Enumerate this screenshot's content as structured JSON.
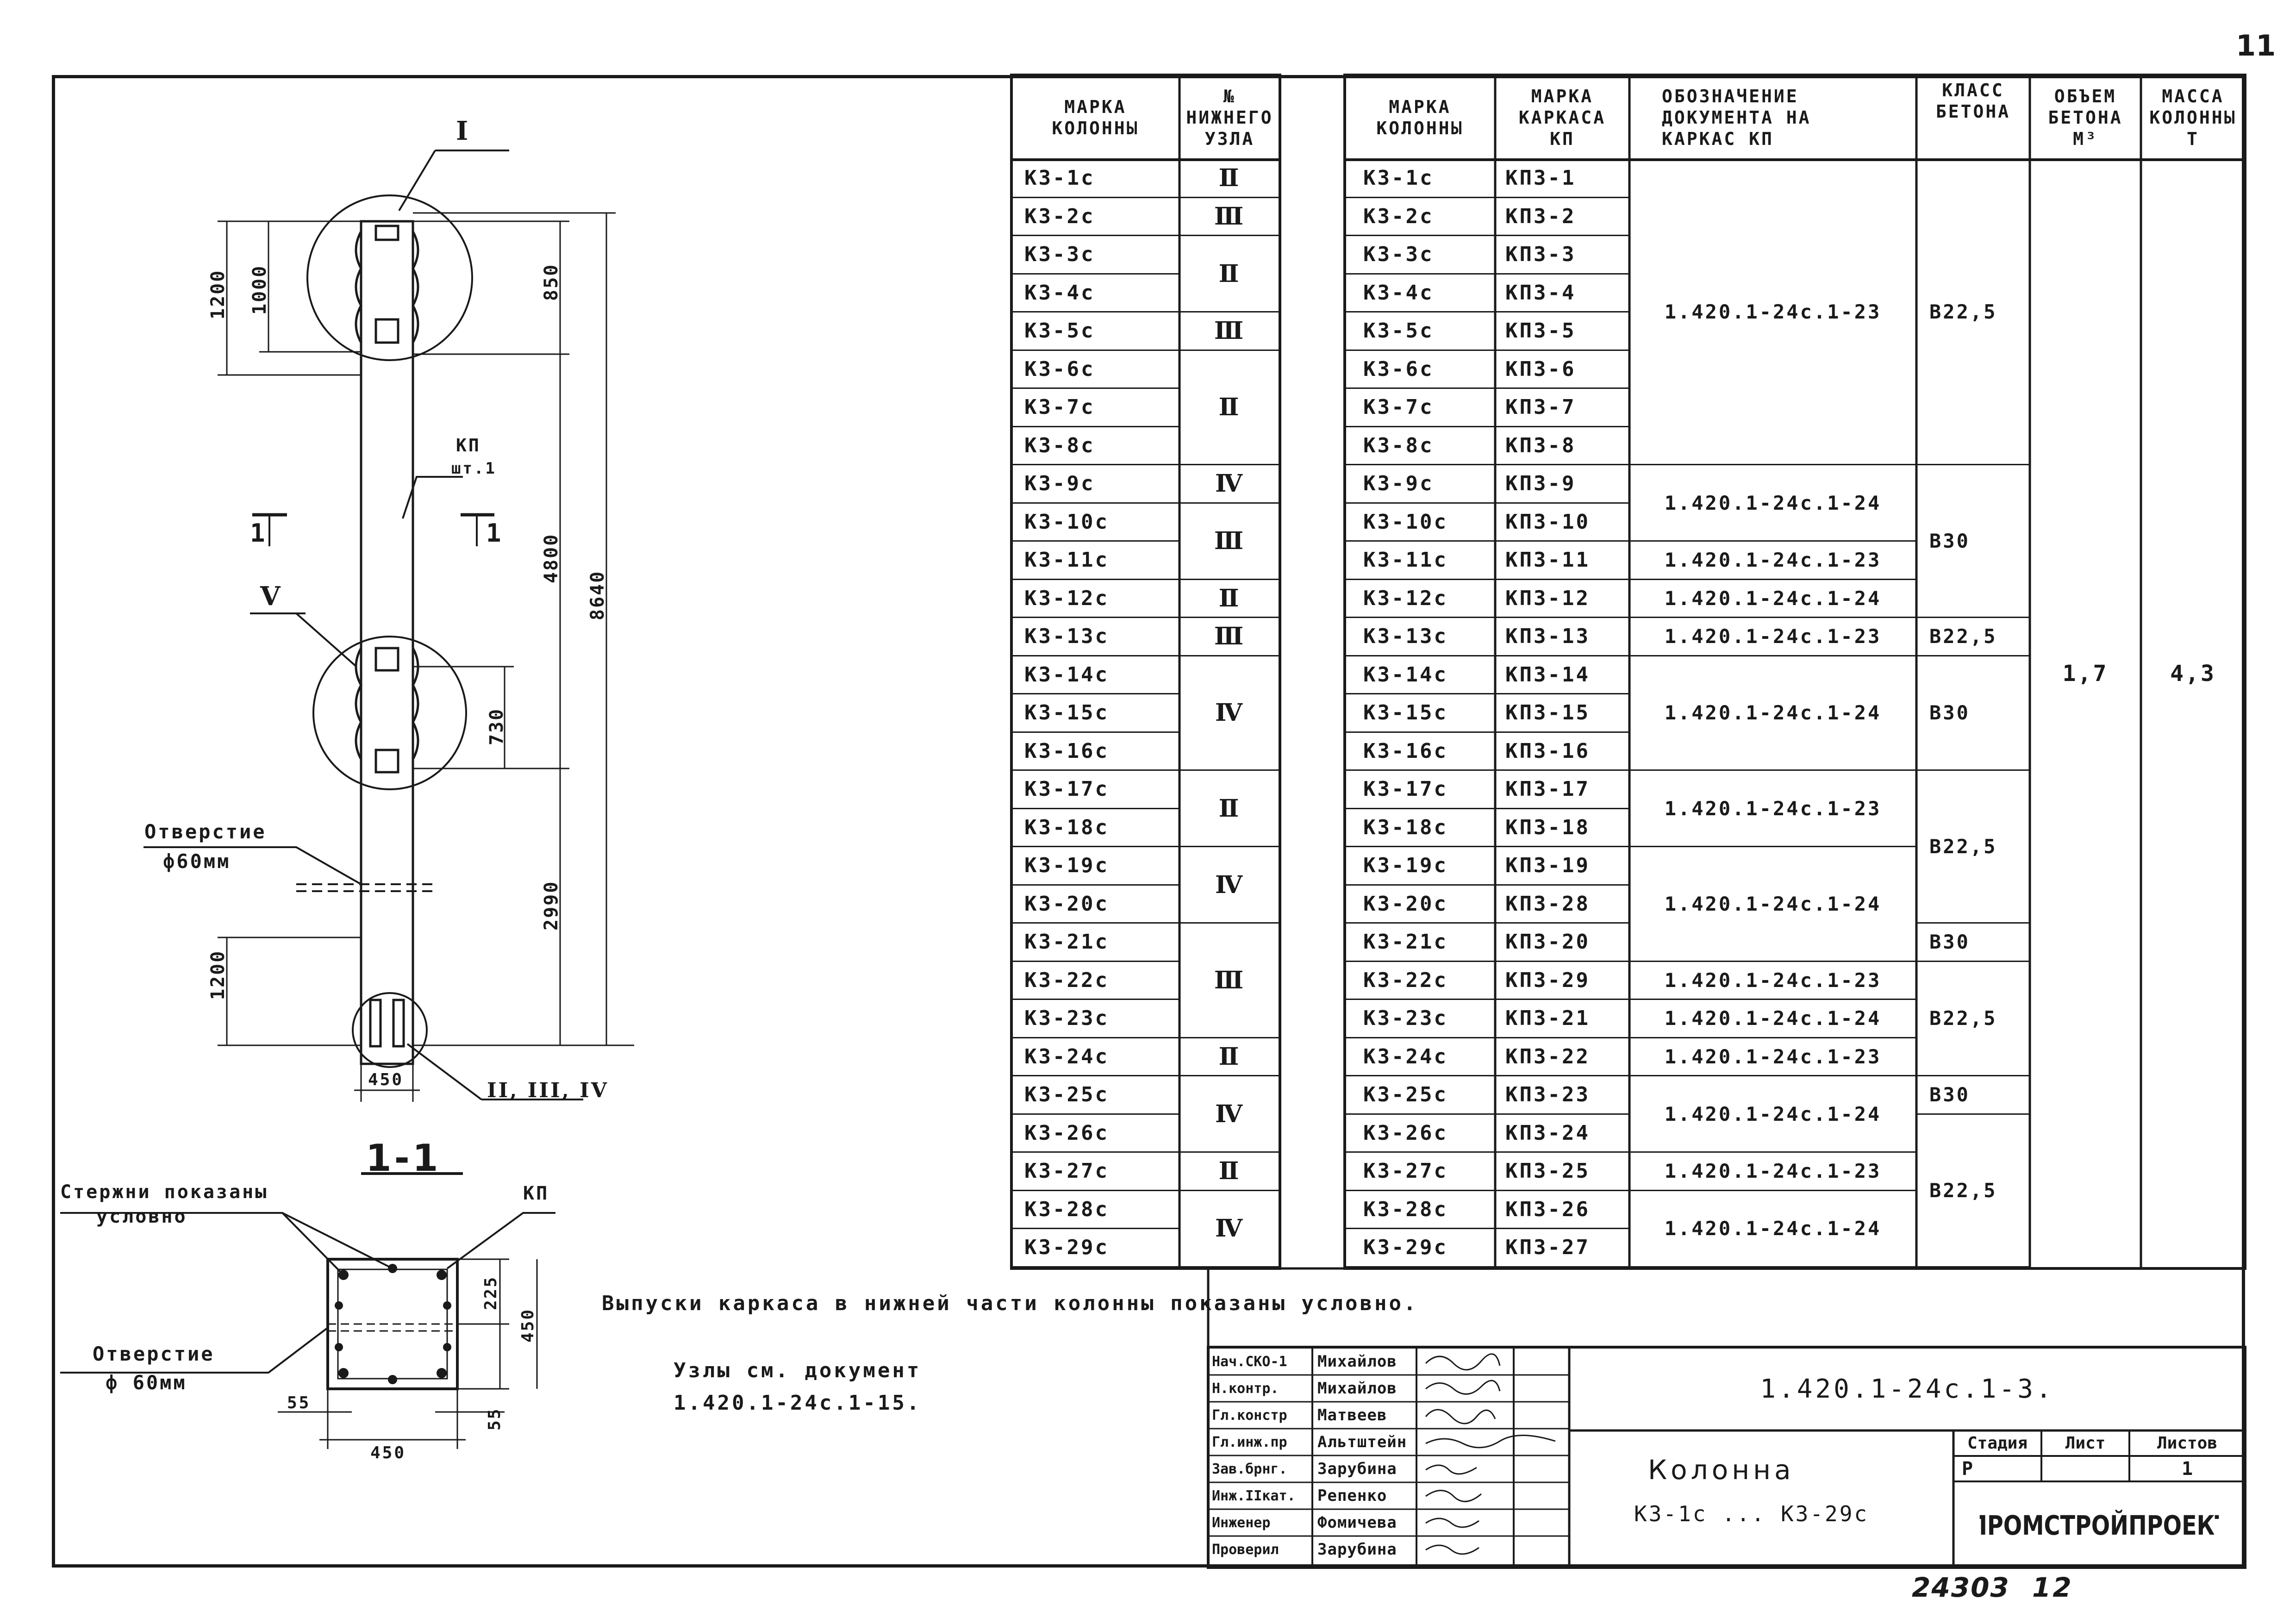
{
  "sheet_number": "11",
  "drawing": {
    "marker_top": "I",
    "marker_mid": "V",
    "marker_bottom": "II, III, IV",
    "section_left": "1",
    "section_right": "1",
    "kp_label": "КП",
    "kp_count": "шт.1",
    "dims": {
      "d1200_top": "1200",
      "d1000": "1000",
      "d850": "850",
      "d4800": "4800",
      "d8640": "8640",
      "d730": "730",
      "d2990": "2990",
      "d1200_bottom": "1200",
      "d450_bottom": "450"
    },
    "hole_label_1": "Отверстие",
    "hole_label_2": "ф60мм"
  },
  "section": {
    "title": "1-1",
    "rods_label_1": "Стержни показаны",
    "rods_label_2": "условно",
    "kp_label": "КП",
    "hole_label_1": "Отверстие",
    "hole_label_2": "ф 60мм",
    "dim_225": "225",
    "dim_450_v": "450",
    "dim_55_left": "55",
    "dim_55_right": "55",
    "dim_450_h": "450"
  },
  "notes": {
    "note1": "Выпуски каркаса в нижней части колонны показаны условно.",
    "note2_line1": "Узлы см. документ",
    "note2_line2": "1.420.1-24с.1-15."
  },
  "table_left": {
    "headers": {
      "mark": [
        "МАРКА",
        "КОЛОННЫ"
      ],
      "node": [
        "№",
        "НИЖНЕГО",
        "УЗЛА"
      ]
    },
    "marks": [
      "КЗ-1с",
      "КЗ-2с",
      "КЗ-3с",
      "КЗ-4с",
      "КЗ-5с",
      "КЗ-6с",
      "КЗ-7с",
      "КЗ-8с",
      "КЗ-9с",
      "КЗ-10с",
      "КЗ-11с",
      "КЗ-12с",
      "КЗ-13с",
      "КЗ-14с",
      "КЗ-15с",
      "КЗ-16с",
      "КЗ-17с",
      "КЗ-18с",
      "КЗ-19с",
      "КЗ-20с",
      "КЗ-21с",
      "КЗ-22с",
      "КЗ-23с",
      "КЗ-24с",
      "КЗ-25с",
      "КЗ-26с",
      "КЗ-27с",
      "КЗ-28с",
      "КЗ-29с"
    ],
    "nodes": [
      {
        "value": "II",
        "start": 0,
        "span": 1
      },
      {
        "value": "III",
        "start": 1,
        "span": 1
      },
      {
        "value": "II",
        "start": 2,
        "span": 2
      },
      {
        "value": "III",
        "start": 4,
        "span": 1
      },
      {
        "value": "II",
        "start": 5,
        "span": 3
      },
      {
        "value": "IV",
        "start": 8,
        "span": 1
      },
      {
        "value": "III",
        "start": 9,
        "span": 2
      },
      {
        "value": "II",
        "start": 11,
        "span": 1
      },
      {
        "value": "III",
        "start": 12,
        "span": 1
      },
      {
        "value": "IV",
        "start": 13,
        "span": 3
      },
      {
        "value": "II",
        "start": 16,
        "span": 2
      },
      {
        "value": "IV",
        "start": 18,
        "span": 2
      },
      {
        "value": "III",
        "start": 20,
        "span": 3
      },
      {
        "value": "II",
        "start": 23,
        "span": 1
      },
      {
        "value": "IV",
        "start": 24,
        "span": 2
      },
      {
        "value": "II",
        "start": 26,
        "span": 1
      },
      {
        "value": "IV",
        "start": 27,
        "span": 2
      }
    ]
  },
  "table_right": {
    "headers": {
      "mark": [
        "МАРКА",
        "КОЛОННЫ"
      ],
      "frame": [
        "МАРКА",
        "КАРКАСА",
        "КП"
      ],
      "doc": [
        "ОБОЗНАЧЕНИЕ",
        "ДОКУМЕНТА НА",
        "КАРКАС КП"
      ],
      "concrete": [
        "КЛАСС",
        "БЕТОНА"
      ],
      "volume": [
        "ОБЪЕМ",
        "БЕТОНА",
        "М³"
      ],
      "mass": [
        "МАССА",
        "КОЛОННЫ",
        "Т"
      ]
    },
    "marks": [
      "КЗ-1с",
      "КЗ-2с",
      "КЗ-3с",
      "КЗ-4с",
      "КЗ-5с",
      "КЗ-6с",
      "КЗ-7с",
      "КЗ-8с",
      "КЗ-9с",
      "КЗ-10с",
      "КЗ-11с",
      "КЗ-12с",
      "КЗ-13с",
      "КЗ-14с",
      "КЗ-15с",
      "КЗ-16с",
      "КЗ-17с",
      "КЗ-18с",
      "КЗ-19с",
      "КЗ-20с",
      "КЗ-21с",
      "КЗ-22с",
      "КЗ-23с",
      "КЗ-24с",
      "КЗ-25с",
      "КЗ-26с",
      "КЗ-27с",
      "КЗ-28с",
      "КЗ-29с"
    ],
    "frames": [
      "КП3-1",
      "КП3-2",
      "КП3-3",
      "КП3-4",
      "КП3-5",
      "КП3-6",
      "КП3-7",
      "КП3-8",
      "КП3-9",
      "КП3-10",
      "КП3-11",
      "КП3-12",
      "КП3-13",
      "КП3-14",
      "КП3-15",
      "КП3-16",
      "КП3-17",
      "КП3-18",
      "КП3-19",
      "КП3-28",
      "КП3-20",
      "КП3-29",
      "КП3-21",
      "КП3-22",
      "КП3-23",
      "КП3-24",
      "КП3-25",
      "КП3-26",
      "КП3-27"
    ],
    "docs": [
      {
        "value": "1.420.1-24с.1-23",
        "start": 0,
        "span": 8
      },
      {
        "value": "1.420.1-24с.1-24",
        "start": 8,
        "span": 2
      },
      {
        "value": "1.420.1-24с.1-23",
        "start": 10,
        "span": 1
      },
      {
        "value": "1.420.1-24с.1-24",
        "start": 11,
        "span": 1
      },
      {
        "value": "1.420.1-24с.1-23",
        "start": 12,
        "span": 1
      },
      {
        "value": "1.420.1-24с.1-24",
        "start": 13,
        "span": 3
      },
      {
        "value": "1.420.1-24с.1-23",
        "start": 16,
        "span": 2
      },
      {
        "value": "1.420.1-24с.1-24",
        "start": 18,
        "span": 3
      },
      {
        "value": "1.420.1-24с.1-23",
        "start": 21,
        "span": 1
      },
      {
        "value": "1.420.1-24с.1-24",
        "start": 22,
        "span": 1
      },
      {
        "value": "1.420.1-24с.1-23",
        "start": 23,
        "span": 1
      },
      {
        "value": "1.420.1-24с.1-24",
        "start": 24,
        "span": 2
      },
      {
        "value": "1.420.1-24с.1-23",
        "start": 26,
        "span": 1
      },
      {
        "value": "1.420.1-24с.1-24",
        "start": 27,
        "span": 2
      }
    ],
    "concrete": [
      {
        "value": "В22,5",
        "start": 0,
        "span": 8
      },
      {
        "value": "В30",
        "start": 8,
        "span": 4
      },
      {
        "value": "В22,5",
        "start": 12,
        "span": 1
      },
      {
        "value": "В30",
        "start": 13,
        "span": 3
      },
      {
        "value": "В22,5",
        "start": 16,
        "span": 4
      },
      {
        "value": "В30",
        "start": 20,
        "span": 1
      },
      {
        "value": "В22,5",
        "start": 21,
        "span": 3
      },
      {
        "value": "В30",
        "start": 24,
        "span": 1
      },
      {
        "value": "В22,5",
        "start": 25,
        "span": 4
      }
    ],
    "volume": "1,7",
    "mass": "4,3"
  },
  "title_block": {
    "roles": [
      "Нач.СКО-1",
      "Н.контр.",
      "Гл.констр",
      "Гл.инж.пр",
      "Зав.брнг.",
      "Инж.IIкат.",
      "Инженер",
      "Проверил"
    ],
    "names": [
      "Михайлов",
      "Михайлов",
      "Матвеев",
      "Альтштейн",
      "Зарубина",
      "Репенко",
      "Фомичева",
      "Зарубина"
    ],
    "document_code": "1.420.1-24с.1-3.",
    "title_line1": "Колонна",
    "title_line2": "КЗ-1с ... КЗ-29с",
    "stage_header": "Стадия",
    "sheet_header": "Лист",
    "sheets_header": "Листов",
    "stage": "Р",
    "sheets": "1",
    "organization": "ПРОМСТРОЙПРОЕКТ"
  },
  "footer_code": "24303",
  "footer_sheet": "12"
}
